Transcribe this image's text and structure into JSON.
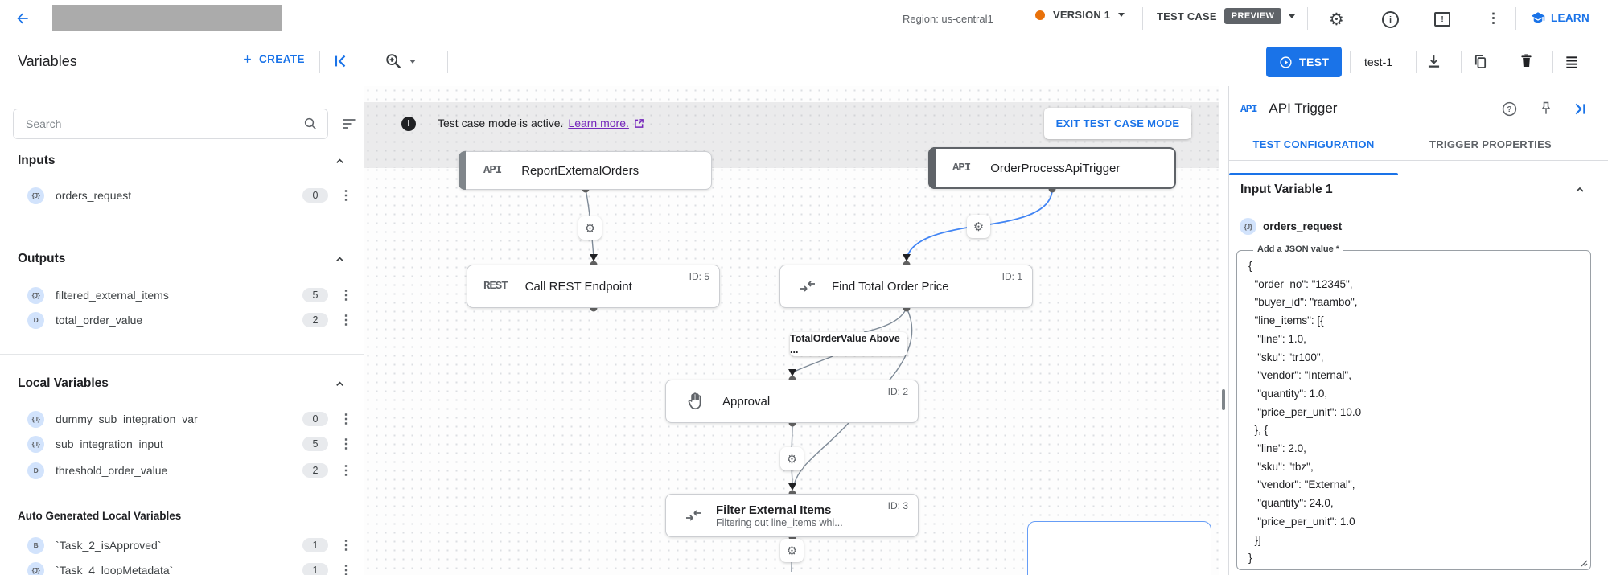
{
  "icons": {
    "kebab": "⋮",
    "gear": "⚙"
  },
  "topbar": {
    "region": "Region: us-central1",
    "version_label": "VERSION 1",
    "test_case_label": "TEST CASE",
    "preview_badge": "PREVIEW",
    "learn_label": "LEARN"
  },
  "toolbar": {
    "title": "Variables",
    "create_label": "CREATE",
    "test_button": "TEST",
    "test_name": "test-1"
  },
  "sidebar": {
    "search_placeholder": "Search",
    "sections": [
      {
        "title": "Inputs",
        "items": [
          {
            "type_label": "{J}",
            "name": "orders_request",
            "count": "0"
          }
        ]
      },
      {
        "title": "Outputs",
        "items": [
          {
            "type_label": "{J}",
            "name": "filtered_external_items",
            "count": "5"
          },
          {
            "type_label": "D",
            "name": "total_order_value",
            "count": "2"
          }
        ]
      },
      {
        "title": "Local Variables",
        "items": [
          {
            "type_label": "{J}",
            "name": "dummy_sub_integration_var",
            "count": "0"
          },
          {
            "type_label": "{J}",
            "name": "sub_integration_input",
            "count": "5"
          },
          {
            "type_label": "D",
            "name": "threshold_order_value",
            "count": "2"
          }
        ]
      },
      {
        "title": "Auto Generated Local Variables",
        "items": [
          {
            "type_label": "B",
            "name": "`Task_2_isApproved`",
            "count": "1"
          },
          {
            "type_label": "{J}",
            "name": "`Task_4_loopMetadata`",
            "count": "1"
          }
        ]
      }
    ]
  },
  "canvas": {
    "banner": {
      "text": "Test case mode is active.",
      "link": "Learn more.",
      "exit_button": "EXIT TEST CASE MODE"
    },
    "edge_label": "TotalOrderValue Above ...",
    "nodes": [
      {
        "badge": "API",
        "title": "ReportExternalOrders",
        "id": ""
      },
      {
        "badge": "API",
        "title": "OrderProcessApiTrigger",
        "id": ""
      },
      {
        "badge": "REST",
        "title": "Call REST Endpoint",
        "id": "ID: 5"
      },
      {
        "badge": "",
        "title": "Find Total Order Price",
        "id": "ID: 1"
      },
      {
        "badge": "",
        "title": "Approval",
        "id": "ID: 2"
      },
      {
        "badge": "",
        "title": "Filter External Items",
        "id": "ID: 3",
        "subtitle": "Filtering out line_items whi..."
      }
    ]
  },
  "panel": {
    "type_badge": "API",
    "title": "API Trigger",
    "tabs": [
      "TEST CONFIGURATION",
      "TRIGGER PROPERTIES"
    ],
    "section_title": "Input Variable 1",
    "var_type_label": "{J}",
    "var_name": "orders_request",
    "field_label": "Add a JSON value *",
    "json_value": "{\n  \"order_no\": \"12345\",\n  \"buyer_id\": \"raambo\",\n  \"line_items\": [{\n   \"line\": 1.0,\n   \"sku\": \"tr100\",\n   \"vendor\": \"Internal\",\n   \"quantity\": 1.0,\n   \"price_per_unit\": 10.0\n  }, {\n   \"line\": 2.0,\n   \"sku\": \"tbz\",\n   \"vendor\": \"External\",\n   \"quantity\": 24.0,\n   \"price_per_unit\": 1.0\n  }]\n}"
  },
  "colors": {
    "accent": "#1a73e8",
    "link_purple": "#7627bb",
    "version_dot": "#e8710a",
    "badge_dark": "#5f6368",
    "edge_blue": "#4285f4"
  }
}
